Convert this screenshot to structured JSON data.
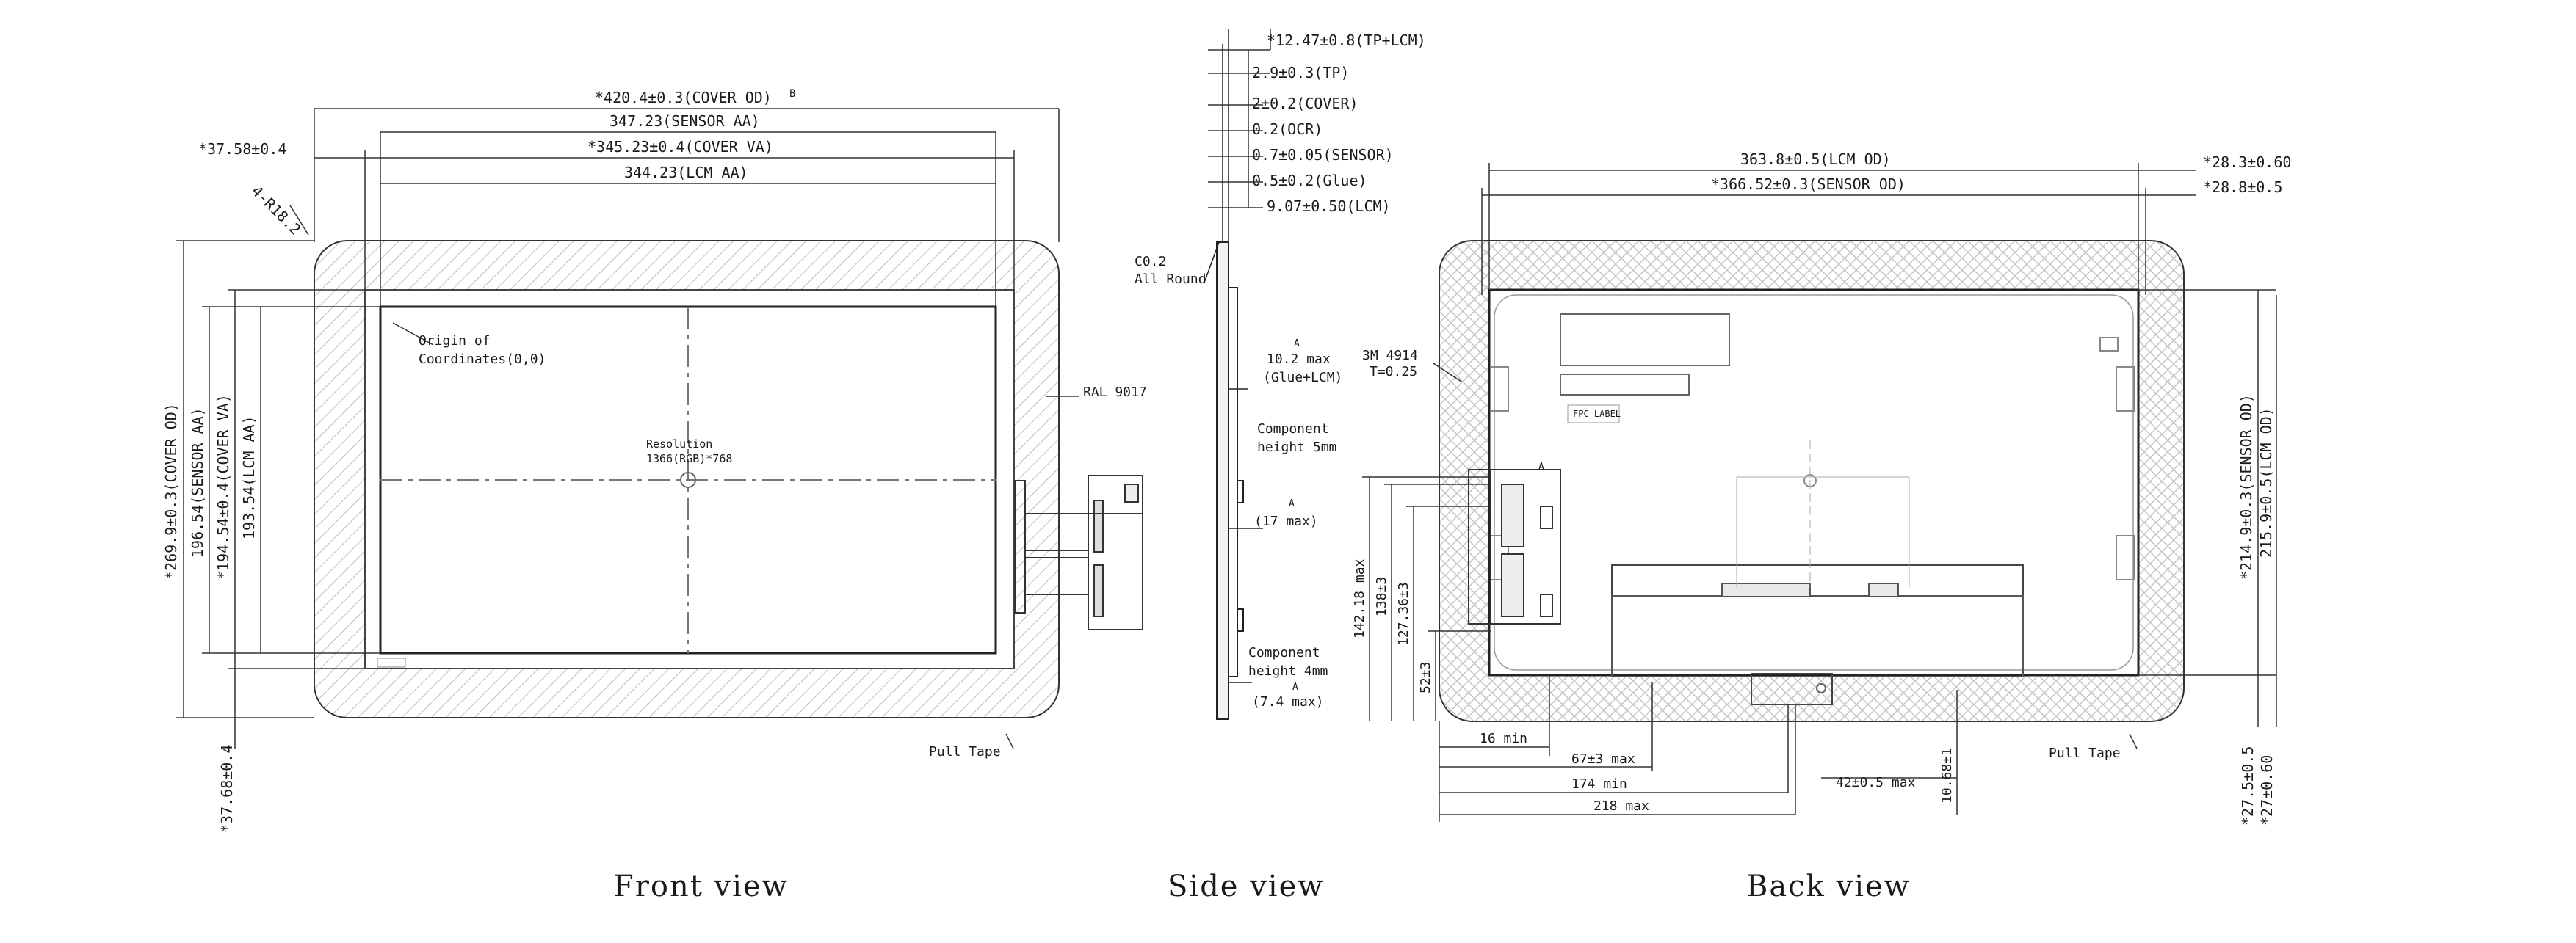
{
  "front": {
    "title": "Front view",
    "cover_od_w": "*420.4±0.3(COVER OD)",
    "sensor_aa_w": "347.23(SENSOR AA)",
    "cover_va_w": "*345.23±0.4(COVER VA)",
    "lcm_aa_w": "344.23(LCM AA)",
    "left_offset": "*37.58±0.4",
    "corner_radius": "4-R18.2",
    "cover_od_h": "*269.9±0.3(COVER OD)",
    "sensor_aa_h": "196.54(SENSOR AA)",
    "cover_va_h": "*194.54±0.4(COVER VA)",
    "lcm_aa_h": "193.54(LCM AA)",
    "bottom_offset": "*37.68±0.4",
    "origin_line1": "Origin of",
    "origin_line2": "Coordinates(0,0)",
    "resolution_line1": "Resolution",
    "resolution_line2": "1366(RGB)*768",
    "ral": "RAL 9017",
    "pull_tape": "Pull Tape",
    "mark_b": "B"
  },
  "side": {
    "title": "Side view",
    "total": "*12.47±0.8(TP+LCM)",
    "tp": "2.9±0.3(TP)",
    "cover": "2±0.2(COVER)",
    "ocr": "0.2(OCR)",
    "sensor": "0.7±0.05(SENSOR)",
    "glue": "0.5±0.2(Glue)",
    "lcm": "9.07±0.50(LCM)",
    "chamfer_line1": "C0.2",
    "chamfer_line2": "All Round",
    "max_line1": "10.2 max",
    "max_line2": "(Glue+LCM)",
    "comp5_line1": "Component",
    "comp5_line2": "height 5mm",
    "max17": "(17 max)",
    "comp4_line1": "Component",
    "comp4_line2": "height 4mm",
    "max74": "(7.4 max)",
    "mark_a": "A"
  },
  "back": {
    "title": "Back view",
    "lcm_od_w": "363.8±0.5(LCM OD)",
    "sensor_od_w": "*366.52±0.3(SENSOR OD)",
    "right_off1": "*28.3±0.60",
    "right_off2": "*28.8±0.5",
    "tape_line1": "3M 4914",
    "tape_line2": "T=0.25",
    "fpc_label": "FPC LABEL",
    "sensor_od_h": "*214.9±0.3(SENSOR OD)",
    "lcm_od_h": "215.9±0.5(LCM OD)",
    "h1": "142.18 max",
    "h2": "138±3",
    "h3": "127.36±3",
    "h4": "52±3",
    "min16": "16 min",
    "max67": "67±3 max",
    "min174": "174 min",
    "max218": "218 max",
    "max42": "42±0.5 max",
    "v1068": "10.68±1",
    "bot_off1": "*27.5±0.5",
    "bot_off2": "*27±0.60",
    "pull_tape": "Pull Tape",
    "mark_a": "A"
  }
}
